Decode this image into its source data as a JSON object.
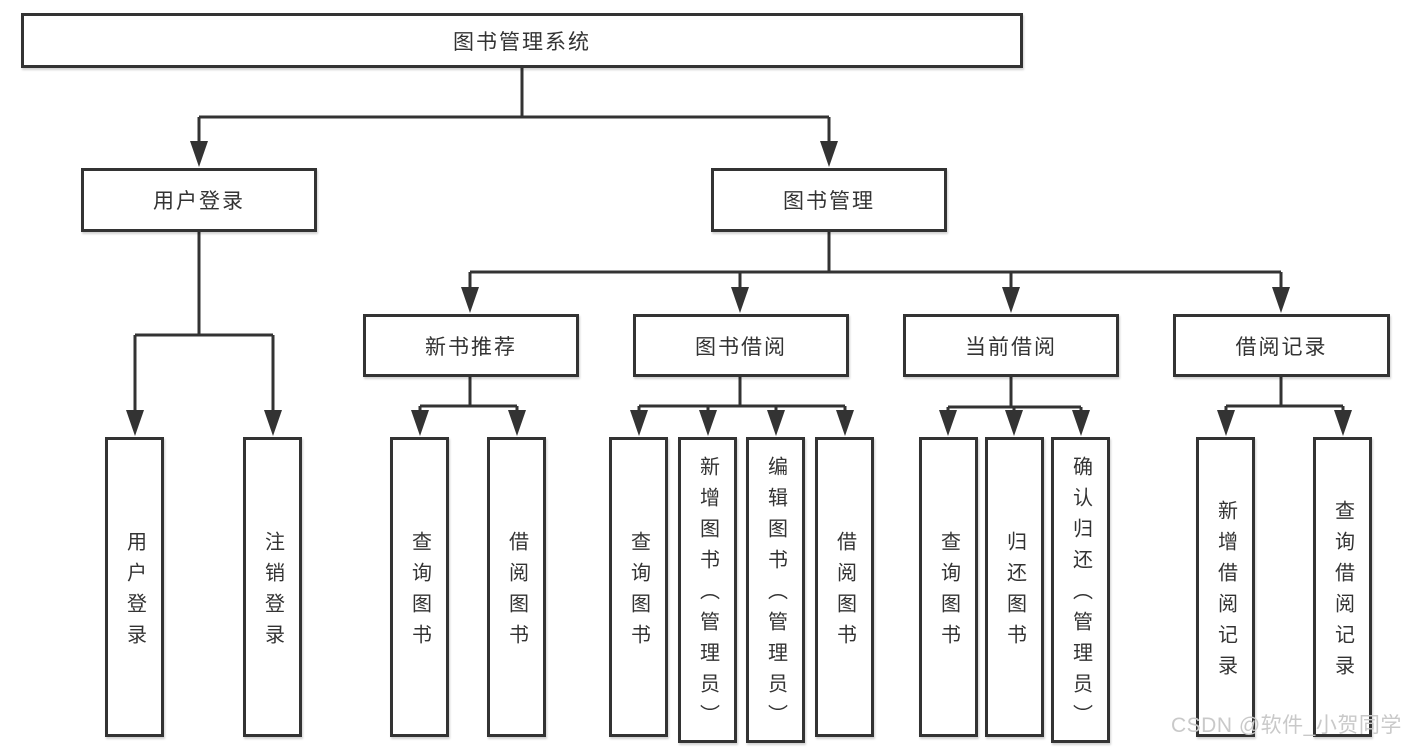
{
  "diagram": {
    "root": {
      "label": "图书管理系统"
    },
    "branches": [
      {
        "label": "用户登录",
        "children": [
          {
            "label": "用户登录"
          },
          {
            "label": "注销登录"
          }
        ]
      },
      {
        "label": "图书管理",
        "children": [
          {
            "label": "新书推荐",
            "children": [
              {
                "label": "查询图书"
              },
              {
                "label": "借阅图书"
              }
            ]
          },
          {
            "label": "图书借阅",
            "children": [
              {
                "label": "查询图书"
              },
              {
                "label": "新增图书（管理员）"
              },
              {
                "label": "编辑图书（管理员）"
              },
              {
                "label": "借阅图书"
              }
            ]
          },
          {
            "label": "当前借阅",
            "children": [
              {
                "label": "查询图书"
              },
              {
                "label": "归还图书"
              },
              {
                "label": "确认归还（管理员）"
              }
            ]
          },
          {
            "label": "借阅记录",
            "children": [
              {
                "label": "新增借阅记录"
              },
              {
                "label": "查询借阅记录"
              }
            ]
          }
        ]
      }
    ]
  },
  "watermark": {
    "label": "CSDN @软件_小贺同学"
  },
  "colors": {
    "line": "#333333",
    "box_border": "#333333",
    "box_fill": "#ffffff",
    "text": "#333333",
    "watermark": "#c9c9c9",
    "background": "#ffffff"
  }
}
